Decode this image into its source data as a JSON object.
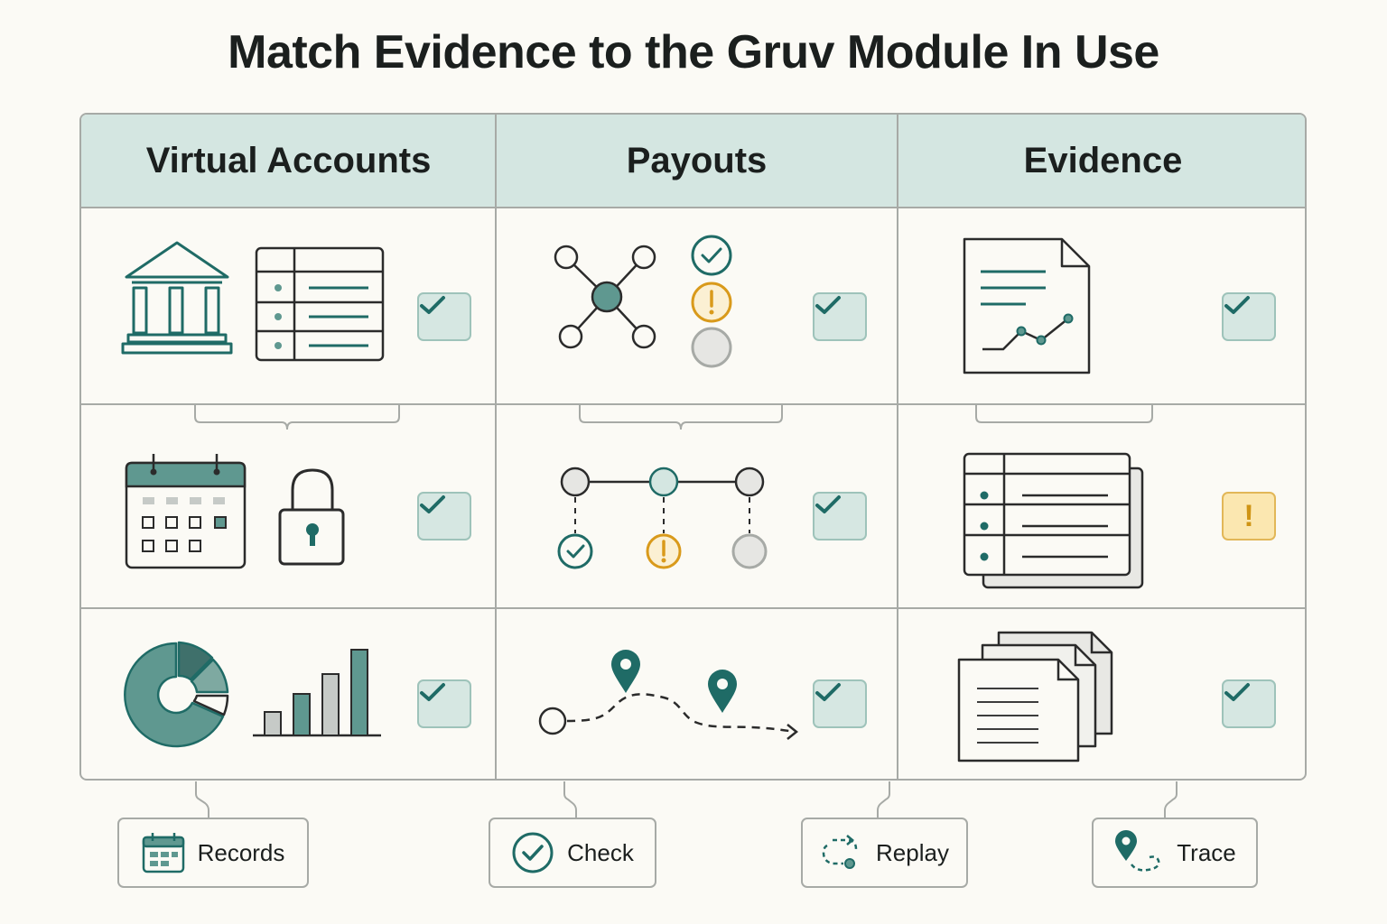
{
  "title": "Match Evidence to the Gruv Module In Use",
  "columns": [
    {
      "label": "Virtual Accounts"
    },
    {
      "label": "Payouts"
    },
    {
      "label": "Evidence"
    }
  ],
  "rows": [
    {
      "cells": [
        {
          "icons": [
            "bank-icon",
            "account-ledger-icon"
          ],
          "status": "check"
        },
        {
          "icons": [
            "network-node-icon",
            "status-list-icon"
          ],
          "status": "check"
        },
        {
          "icons": [
            "document-chart-icon"
          ],
          "status": "check"
        }
      ]
    },
    {
      "cells": [
        {
          "icons": [
            "calendar-icon",
            "padlock-icon"
          ],
          "status": "check"
        },
        {
          "icons": [
            "payout-timeline-icon"
          ],
          "status": "check"
        },
        {
          "icons": [
            "stacked-ledger-icon"
          ],
          "status": "warning"
        }
      ]
    },
    {
      "cells": [
        {
          "icons": [
            "donut-chart-icon",
            "bar-chart-icon"
          ],
          "status": "check"
        },
        {
          "icons": [
            "route-map-icon"
          ],
          "status": "check"
        },
        {
          "icons": [
            "document-stack-icon"
          ],
          "status": "check"
        }
      ]
    }
  ],
  "status_icons": {
    "check": "check-icon",
    "warning": "exclamation-icon"
  },
  "warning_glyph": "!",
  "tags": [
    {
      "label": "Records",
      "icon": "calendar-icon"
    },
    {
      "label": "Check",
      "icon": "check-circle-icon"
    },
    {
      "label": "Replay",
      "icon": "replay-icon"
    },
    {
      "label": "Trace",
      "icon": "location-trace-icon"
    }
  ],
  "colors": {
    "teal": "#1f6b66",
    "teal_fill": "#5f9890",
    "header_bg": "#d4e6e1",
    "status_ok_bg": "#d6e7e2",
    "status_warn_bg": "#fbe7b0",
    "warning": "#d99a1b",
    "grid_line": "#a7aaa6",
    "ink": "#2b2b2b",
    "page_bg": "#fbfaf5"
  }
}
